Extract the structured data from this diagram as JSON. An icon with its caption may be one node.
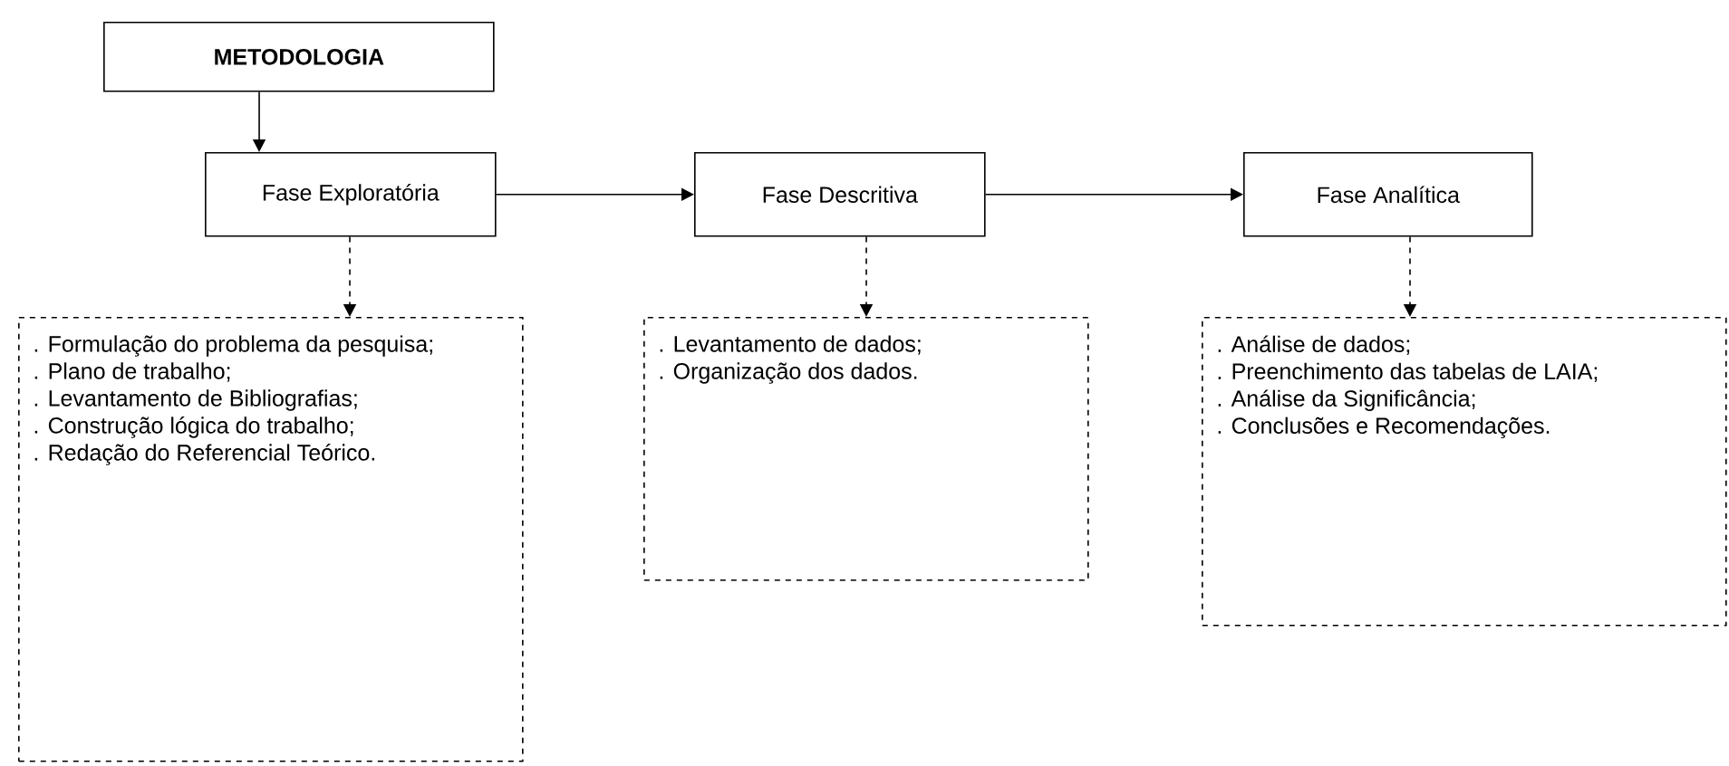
{
  "diagram": {
    "nodes": [
      {
        "text": [
          "METODOLOGIA"
        ]
      },
      {
        "text": [
          "Fase Exploratória"
        ]
      },
      {
        "text": [
          "Fase Descritiva"
        ]
      },
      {
        "text": [
          "Fase Analítica"
        ]
      },
      {
        "text": [
          ". Formulação do problema da pesquisa;",
          ". Plano de trabalho;",
          ". Levantamento de Bibliografias;",
          ". Construção lógica do trabalho;",
          ". Redação do Referencial Teórico."
        ]
      },
      {
        "text": [
          ". Levantamento de dados;",
          ". Organização dos dados."
        ]
      },
      {
        "text": [
          ". Análise de dados;",
          ". Preenchimento das tabelas de LAIA;",
          ". Análise da Significância;",
          ". Conclusões e Recomendações."
        ]
      }
    ],
    "edges": [
      {
        "from": 0,
        "to": 1,
        "arrow": "to"
      },
      {
        "from": 1,
        "to": 2,
        "arrow": "to"
      },
      {
        "from": 2,
        "to": 3,
        "arrow": "to"
      },
      {
        "from": 1,
        "to": 4,
        "arrow": "to",
        "style": "dashed"
      },
      {
        "from": 2,
        "to": 5,
        "arrow": "to",
        "style": "dashed"
      },
      {
        "from": 3,
        "to": 6,
        "arrow": "to",
        "style": "dashed"
      }
    ]
  }
}
